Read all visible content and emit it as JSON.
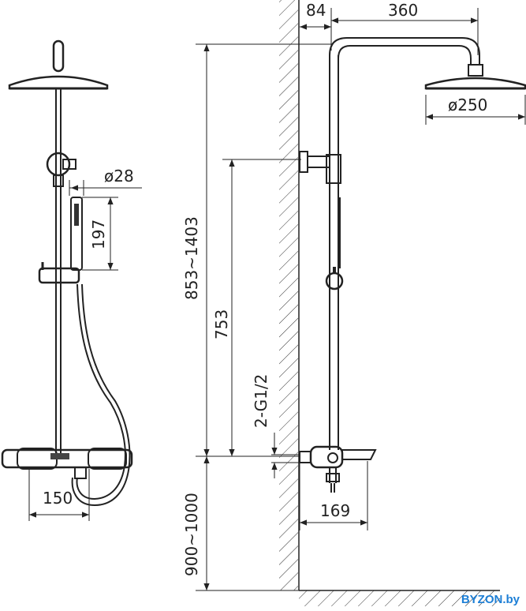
{
  "dimensions": {
    "wall_offset": "84",
    "arm_length": "360",
    "head_diameter": "ø250",
    "hand_diameter": "ø28",
    "hand_length": "197",
    "total_height": "853~1403",
    "bar_height": "753",
    "connection": "2-G1/2",
    "mixer_height": "900~1000",
    "mixer_width": "150",
    "spout_length": "169"
  },
  "watermark": "BYZON.by",
  "colors": {
    "line": "#222222",
    "watermark": "#1d7fd6"
  }
}
